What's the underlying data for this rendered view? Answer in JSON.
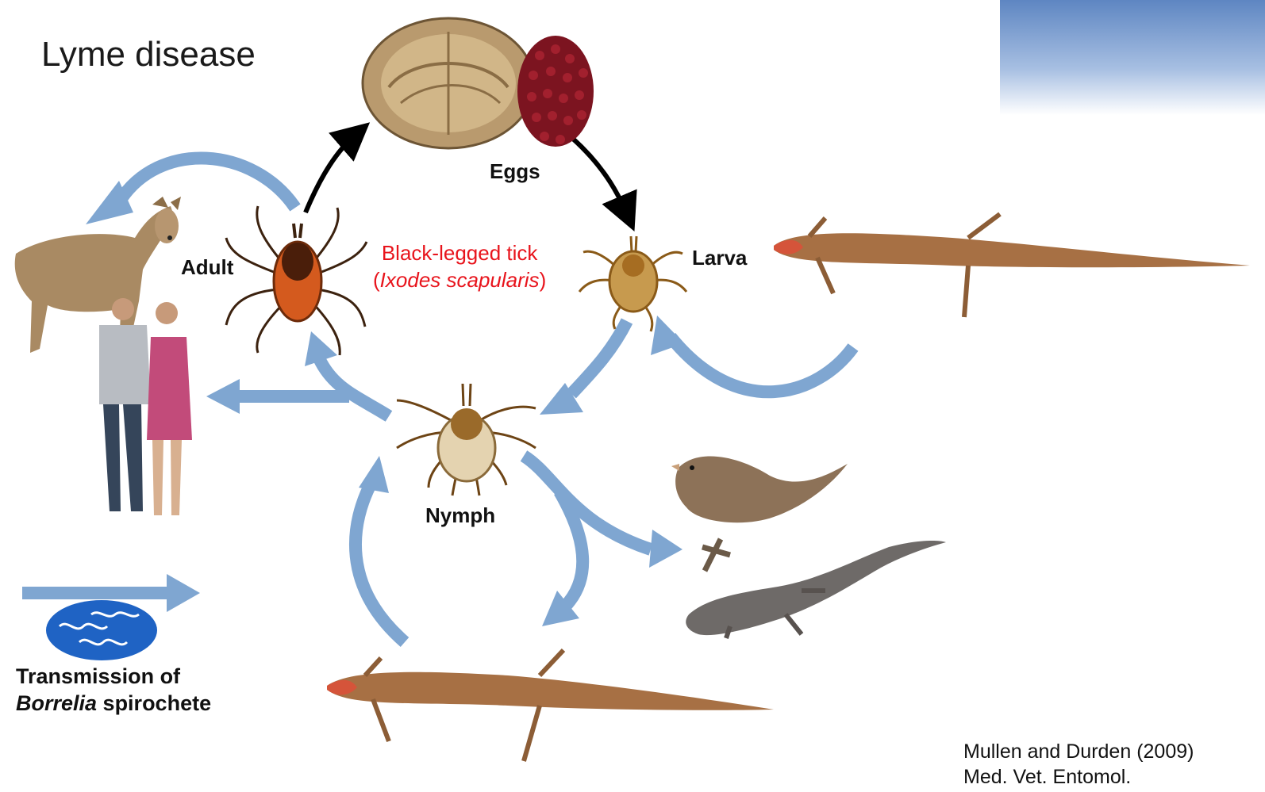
{
  "title": "Lyme disease",
  "stages": {
    "eggs": "Eggs",
    "larva": "Larva",
    "nymph": "Nymph",
    "adult": "Adult"
  },
  "species": {
    "common": "Black-legged tick",
    "open": "(",
    "scientific": "Ixodes scapularis",
    "close": ")"
  },
  "legend": {
    "line1": "Transmission of",
    "genus": "Borrelia",
    "rest": " spirochete"
  },
  "citation": {
    "line1": "Mullen and Durden (2009)",
    "line2": "Med. Vet. Entomol."
  },
  "colors": {
    "transmission_arrow": "#7fa6d1",
    "lifecycle_arrow": "#000000",
    "species_text": "#e8141c",
    "spirochete_oval": "#1f63c4"
  },
  "icons": [
    "tick-eggs-icon",
    "tick-larva-icon",
    "tick-nymph-icon",
    "tick-adult-icon",
    "deer-icon",
    "humans-icon",
    "skink-icon",
    "sparrow-icon",
    "fence-lizard-icon",
    "spirochete-icon"
  ]
}
